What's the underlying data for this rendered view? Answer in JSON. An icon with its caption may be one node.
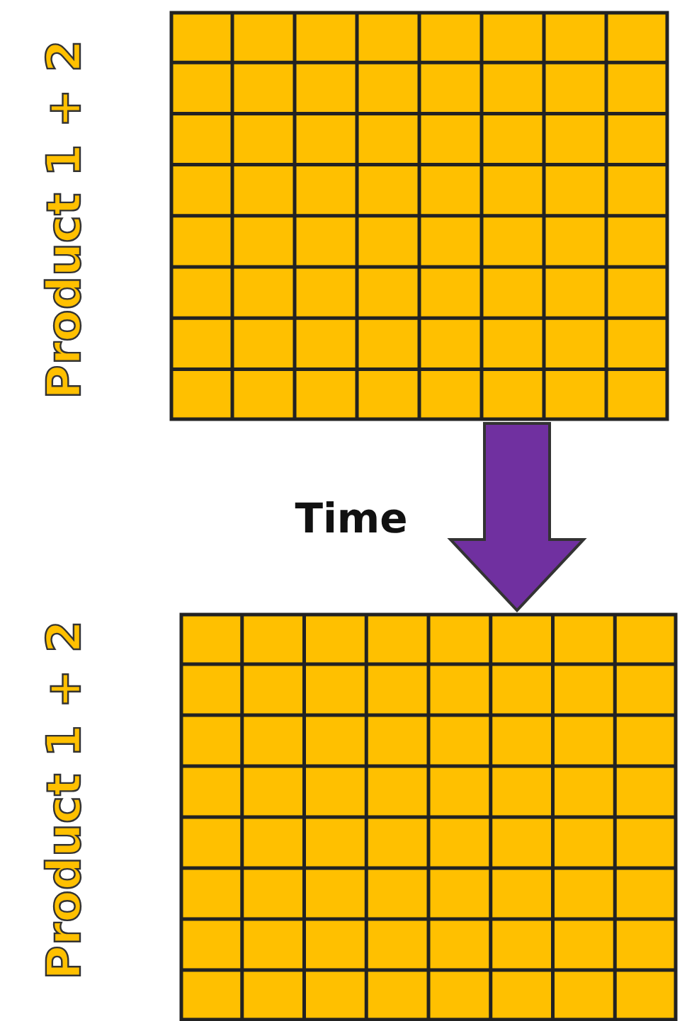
{
  "diagram": {
    "nodes": [
      {
        "text": [],
        "shape": "grid",
        "beside": [
          "Product 1 + 2"
        ]
      },
      {
        "text": [],
        "shape": "grid",
        "beside": [
          "Product 1 + 2"
        ]
      }
    ],
    "edges": [
      {
        "from": 0,
        "to": 1,
        "arrow": "to",
        "label": "Time",
        "style": "thick",
        "color": "#7030a0"
      }
    ]
  }
}
